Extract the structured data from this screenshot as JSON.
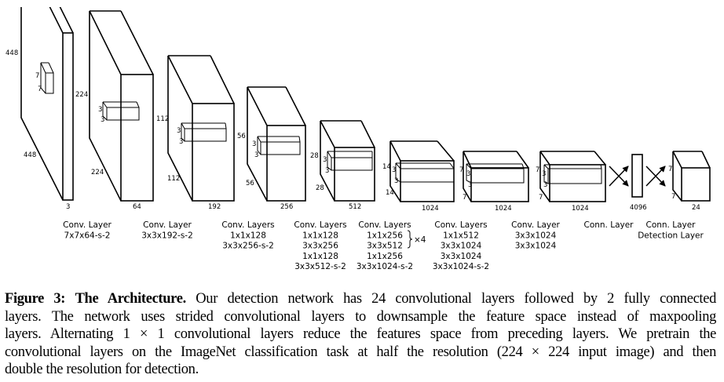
{
  "diagram": {
    "dimension_labels": {
      "input_height": "448",
      "input_width": "448",
      "input_channels": "3",
      "kernel1_h": "7",
      "kernel1_w": "7",
      "l1_height": "224",
      "l1_width": "224",
      "l1_channels": "64",
      "l2_height": "112",
      "l2_width": "112",
      "l2_channels": "192",
      "l3_height": "56",
      "l3_width": "56",
      "l3_channels": "256",
      "l4_height": "28",
      "l4_width": "28",
      "l4_channels": "512",
      "l5_height": "14",
      "l5_width": "14",
      "l5_channels": "1024",
      "l6_height": "7",
      "l6_width": "7",
      "l6_channels": "1024",
      "l7_height": "7",
      "l7_width": "7",
      "l7_channels": "1024",
      "fc_units": "4096",
      "out_height": "7",
      "out_width": "7",
      "out_channels": "24",
      "kernel3": "3"
    },
    "layers": [
      {
        "lines": [
          "Conv. Layer",
          "7x7x64-s-2"
        ]
      },
      {
        "lines": [
          "Conv. Layer",
          "3x3x192-s-2"
        ]
      },
      {
        "lines": [
          "Conv. Layers",
          "1x1x128",
          "3x3x256-s-2"
        ]
      },
      {
        "lines": [
          "Conv. Layers",
          "1x1x128",
          "3x3x256",
          "1x1x128",
          "3x3x512-s-2"
        ]
      },
      {
        "lines": [
          "Conv. Layers",
          "1x1x256",
          "3x3x512",
          "1x1x256",
          "3x3x1024-s-2"
        ],
        "repeat": "×4"
      },
      {
        "lines": [
          "Conv. Layers",
          "1x1x512",
          "3x3x1024",
          "3x3x1024",
          "3x3x1024-s-2"
        ]
      },
      {
        "lines": [
          "Conv. Layer",
          "3x3x1024",
          "3x3x1024"
        ]
      },
      {
        "lines": [
          "Conn. Layer"
        ]
      },
      {
        "lines": [
          "Conn. Layer",
          "Detection Layer"
        ]
      }
    ]
  },
  "caption": {
    "figure_label": "Figure 3:",
    "title": "The Architecture.",
    "line1": "Our detection network has 24 convolutional layers followed by 2 fully connected",
    "line2": "layers.  The network uses strided convolutional layers to downsample the feature space instead of maxpooling",
    "line3": "layers.  Alternating 1 × 1 convolutional layers reduce the features space from preceding layers.  We pretrain the",
    "line4": "convolutional layers on the ImageNet classification task at half the resolution (224 × 224 input image) and then",
    "line5": "double the resolution for detection."
  }
}
